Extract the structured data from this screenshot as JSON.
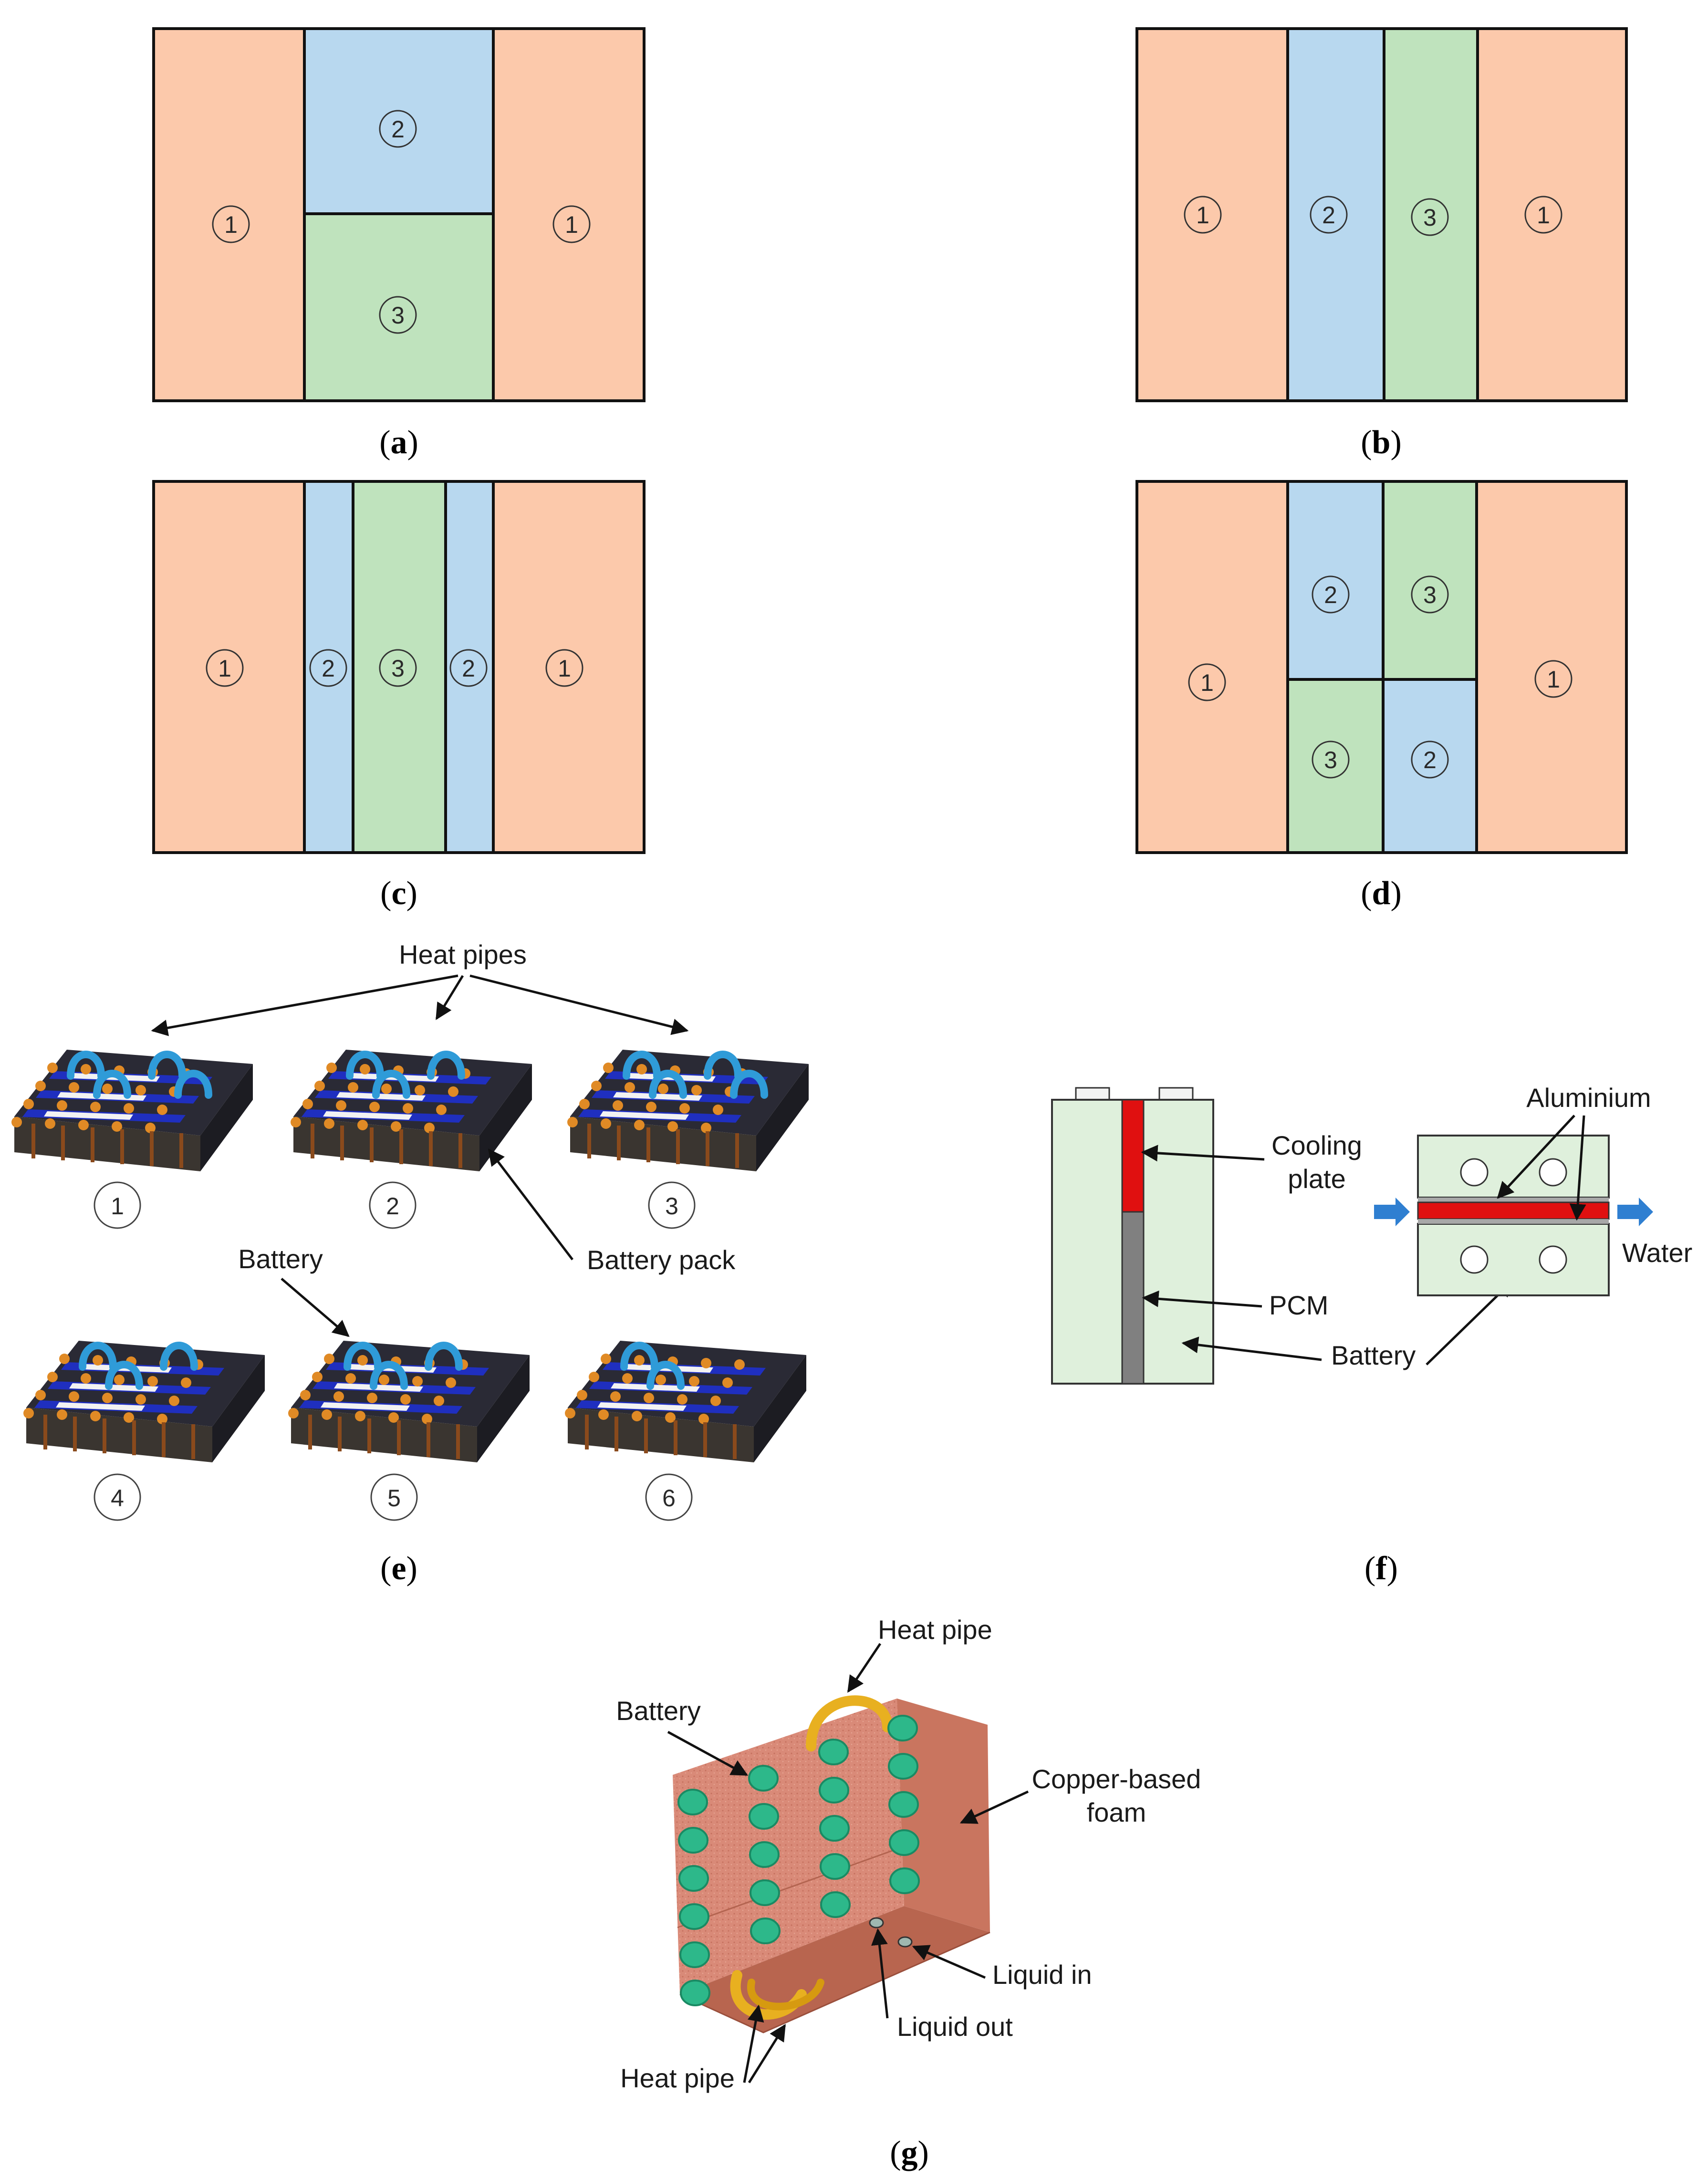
{
  "colors": {
    "orange": "#fcc9ab",
    "blue": "#b8d8ef",
    "green": "#bfe3bd",
    "cell_light": "#dff0dc",
    "red": "#e01010",
    "gray": "#808080",
    "arrow_blue": "#2f7fd1",
    "foam": "#d98a78",
    "heatpipe_blue": "#2f9bd8",
    "heatpipe_gold": "#e8b020",
    "green_cap": "#2db88a"
  },
  "panels": {
    "a": {
      "caption": "a",
      "regions": [
        "1",
        "2",
        "3",
        "1"
      ]
    },
    "b": {
      "caption": "b",
      "regions": [
        "1",
        "2",
        "3",
        "1"
      ]
    },
    "c": {
      "caption": "c",
      "regions": [
        "1",
        "2",
        "3",
        "2",
        "1"
      ]
    },
    "d": {
      "caption": "d",
      "regions": [
        "1",
        "2",
        "3",
        "3",
        "2",
        "1"
      ]
    },
    "e": {
      "caption": "e",
      "labels": {
        "heat_pipes": "Heat pipes",
        "battery_pack": "Battery pack",
        "battery": "Battery"
      },
      "pack_numbers": [
        "1",
        "2",
        "3",
        "4",
        "5",
        "6"
      ]
    },
    "f": {
      "caption": "f",
      "labels": {
        "cooling": "Cooling",
        "plate": "plate",
        "pcm": "PCM",
        "battery": "Battery",
        "aluminium": "Aluminium",
        "water": "Water"
      }
    },
    "g": {
      "caption": "g",
      "labels": {
        "heat_pipe_top": "Heat pipe",
        "battery": "Battery",
        "copper1": "Copper-based",
        "copper2": "foam",
        "liquid_in": "Liquid in",
        "liquid_out": "Liquid out",
        "heat_pipe_bottom": "Heat pipe"
      }
    }
  }
}
